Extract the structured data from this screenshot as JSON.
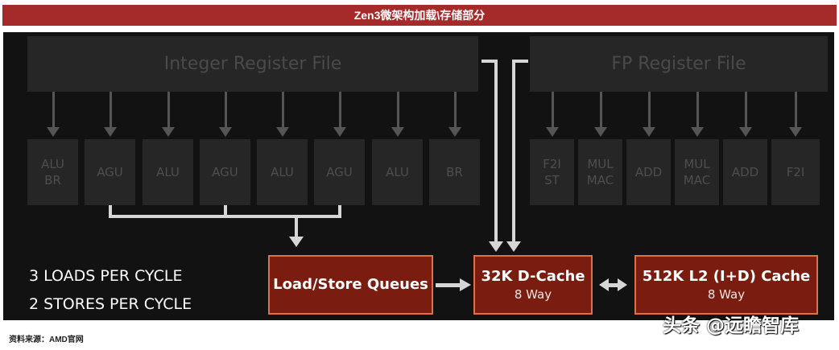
{
  "header": {
    "title": "Zen3微架构加载\\存储部分"
  },
  "integer_register_file": "Integer Register File",
  "fp_register_file": "FP Register File",
  "integer_units": [
    "ALU\nBR",
    "AGU",
    "ALU",
    "AGU",
    "ALU",
    "AGU",
    "ALU",
    "BR"
  ],
  "fp_units": [
    "F2I\nST",
    "MUL\nMAC",
    "ADD",
    "MUL\nMAC",
    "ADD",
    "F2I"
  ],
  "load_store": {
    "title": "Load/Store Queues"
  },
  "dcache": {
    "title": "32K D-Cache",
    "subtitle": "8 Way"
  },
  "l2": {
    "title": "512K L2 (I+D) Cache",
    "subtitle": "8 Way"
  },
  "cycles": {
    "loads": "3 LOADS PER CYCLE",
    "stores": "2 STORES PER CYCLE"
  },
  "footer": {
    "source": "资料来源：AMD官网"
  },
  "watermark": "头条 @远瞻智库",
  "colors": {
    "banner": "#a52a2a",
    "box_fill": "#7a1d10",
    "box_border": "#e0704a",
    "background": "#121212"
  }
}
